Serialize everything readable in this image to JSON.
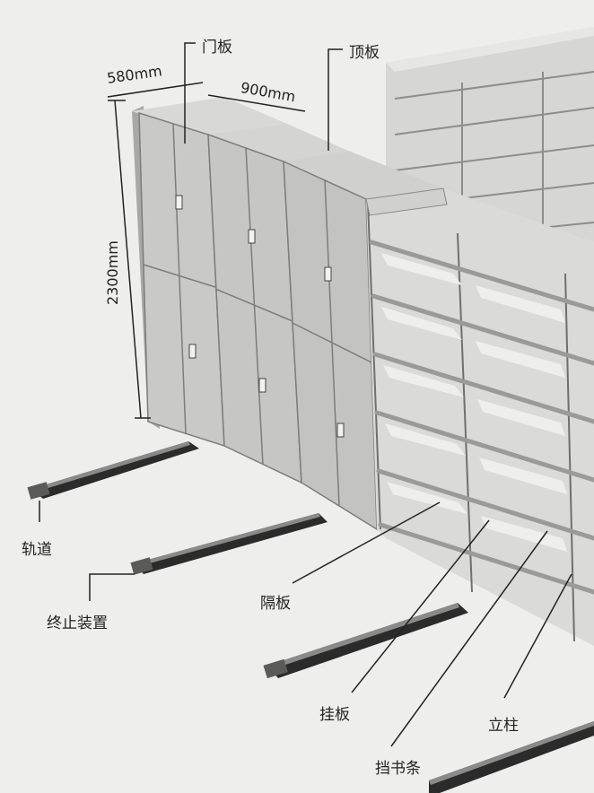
{
  "labels": {
    "door_panel": "门板",
    "top_panel": "顶板",
    "depth": "580mm",
    "width": "900mm",
    "height": "2300mm",
    "track": "轨道",
    "stop_device": "终止装置",
    "partition": "隔板",
    "hanging_plate": "挂板",
    "book_stop": "挡书条",
    "column": "立柱"
  },
  "colors": {
    "background": "#eeeeec",
    "cabinet_face": "#c9c9c7",
    "cabinet_side": "#b3b3b1",
    "shelf": "#dededc",
    "rail": "#2b2b2b",
    "line": "#222222"
  }
}
